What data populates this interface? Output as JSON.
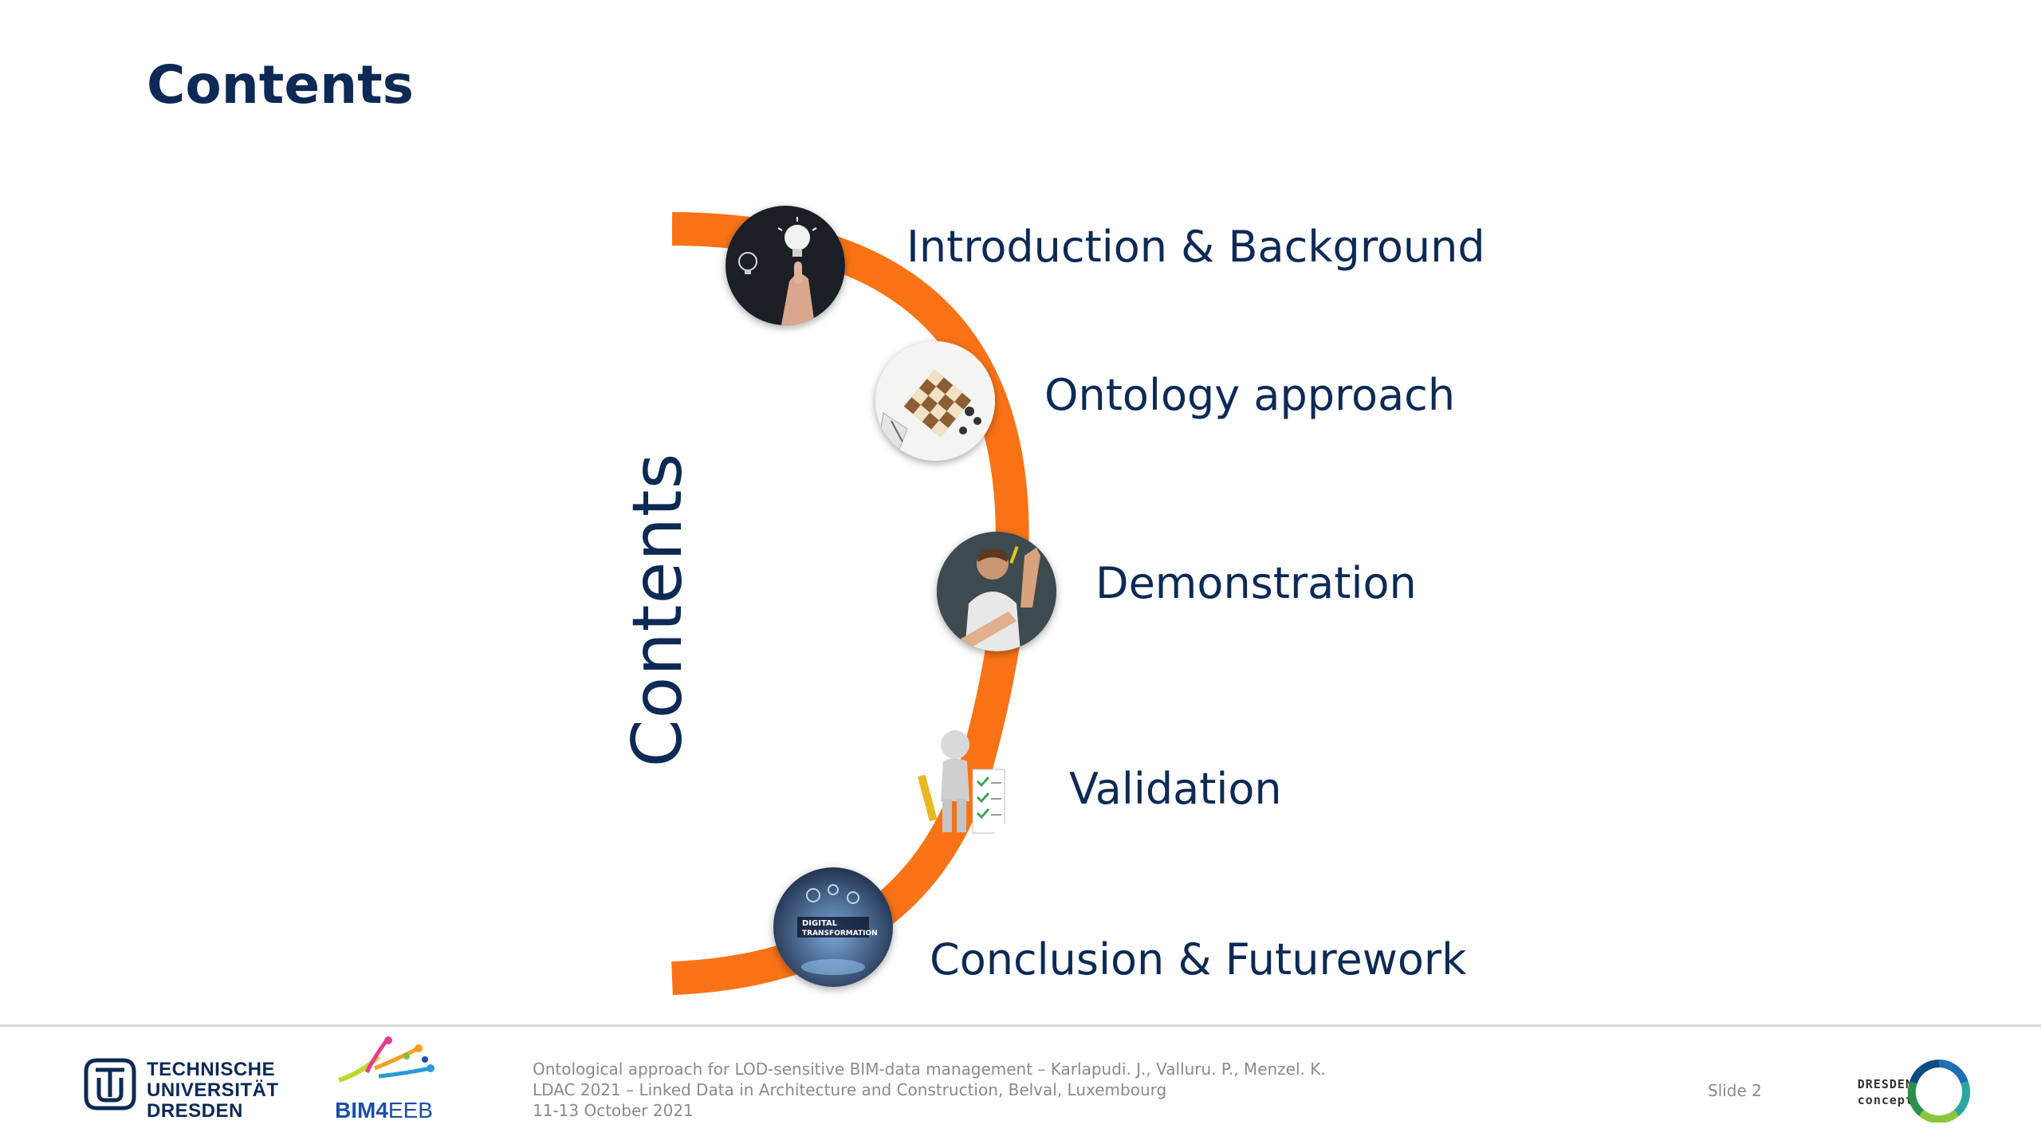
{
  "slide": {
    "title": "Contents",
    "vertical_label": "Contents",
    "arc_color": "#f97316",
    "text_color": "#0c2a55"
  },
  "agenda": [
    {
      "label": "Introduction & Background",
      "icon": "lightbulb-touch-icon"
    },
    {
      "label": "Ontology approach",
      "icon": "chessboard-icon"
    },
    {
      "label": "Demonstration",
      "icon": "raised-hand-icon"
    },
    {
      "label": "Validation",
      "icon": "checklist-figure-icon"
    },
    {
      "label": "Conclusion & Futurework",
      "icon": "digital-transformation-icon"
    }
  ],
  "thumb_text": {
    "digital": "DIGITAL",
    "transformation": "TRANSFORMATION"
  },
  "footer": {
    "tu_logo": {
      "line1": "TECHNISCHE",
      "line2": "UNIVERSITÄT",
      "line3": "DRESDEN"
    },
    "bim_logo": {
      "bold": "BIM4",
      "thin": "EEB"
    },
    "citation": {
      "line1": "Ontological approach for LOD-sensitive BIM-data management – Karlapudi. J., Valluru. P., Menzel. K.",
      "line2": "LDAC 2021 – Linked Data in Architecture and Construction, Belval, Luxembourg",
      "line3": "11-13 October 2021"
    },
    "slide_number": "Slide 2",
    "dresden_concept": {
      "line1": "DRESDEN",
      "line2": "concept"
    }
  }
}
